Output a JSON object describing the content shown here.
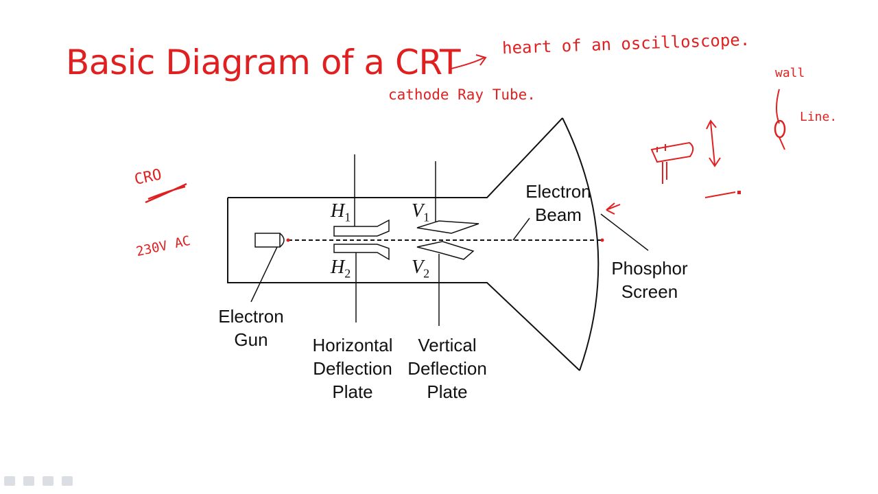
{
  "title": "Basic Diagram of a CRT",
  "annotations": {
    "heart": "heart of an oscilloscope.",
    "cathode": "cathode Ray Tube.",
    "cro": "CRO",
    "voltage": "230V AC",
    "wall": "wall",
    "line": "Line."
  },
  "labels": {
    "electron_gun": [
      "Electron",
      "Gun"
    ],
    "horizontal_plate": [
      "Horizontal",
      "Deflection",
      "Plate"
    ],
    "vertical_plate": [
      "Vertical",
      "Deflection",
      "Plate"
    ],
    "electron_beam": [
      "Electron",
      "Beam"
    ],
    "phosphor_screen": [
      "Phosphor",
      "Screen"
    ],
    "h1": {
      "letter": "H",
      "sub": "1"
    },
    "h2": {
      "letter": "H",
      "sub": "2"
    },
    "v1": {
      "letter": "V",
      "sub": "1"
    },
    "v2": {
      "letter": "V",
      "sub": "2"
    }
  },
  "colors": {
    "ink": "#111111",
    "accent": "#e02020"
  }
}
